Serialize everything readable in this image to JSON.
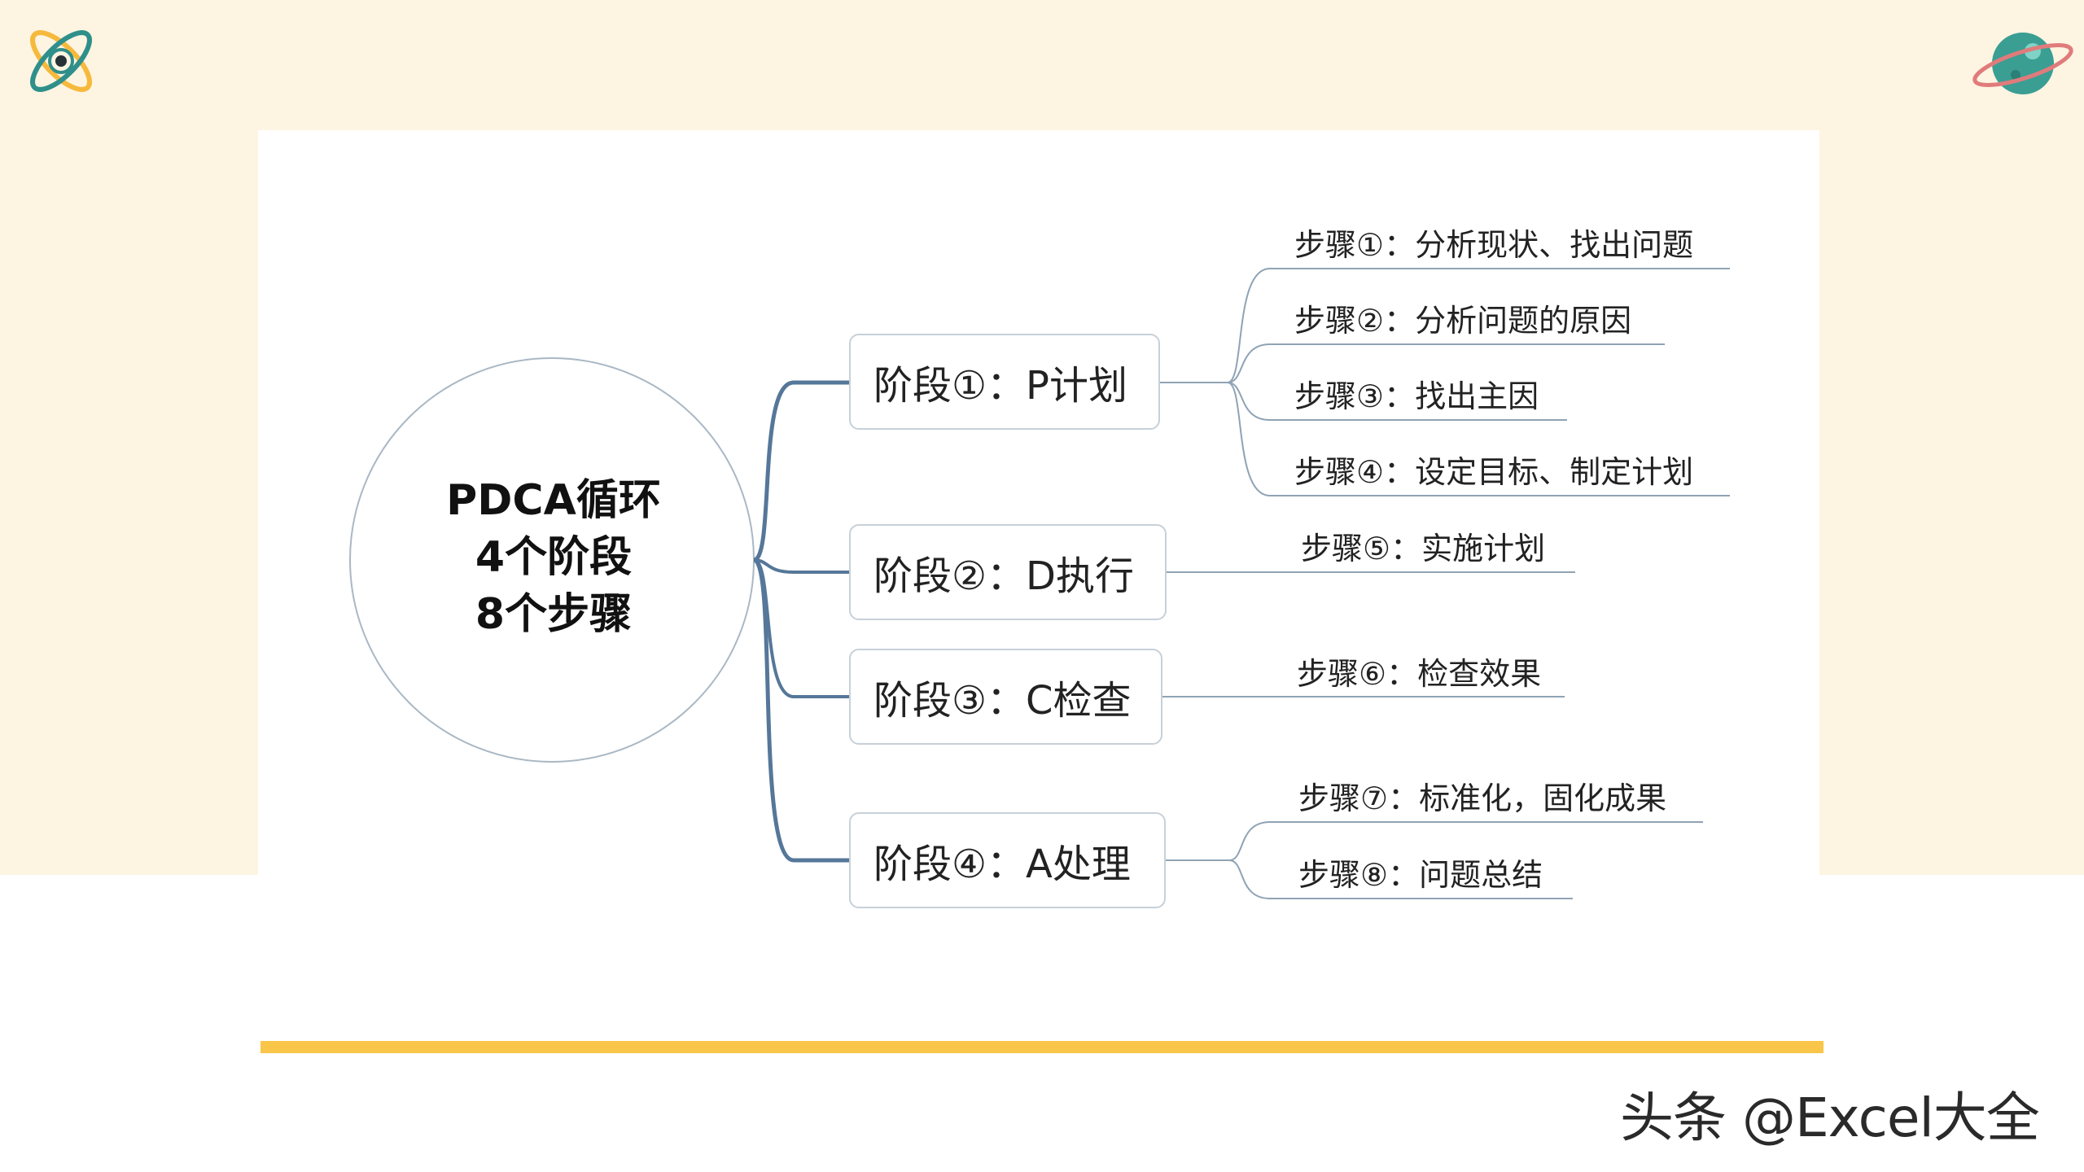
{
  "center": {
    "lines": [
      "PDCA循环",
      "4个阶段",
      "8个步骤"
    ]
  },
  "phases": [
    {
      "label": "阶段①：P计划",
      "steps": [
        "步骤①：分析现状、找出问题",
        "步骤②：分析问题的原因",
        "步骤③：找出主因",
        "步骤④：设定目标、制定计划"
      ]
    },
    {
      "label": "阶段②：D执行",
      "steps": [
        "步骤⑤：实施计划"
      ]
    },
    {
      "label": "阶段③：C检查",
      "steps": [
        "步骤⑥：检查效果"
      ]
    },
    {
      "label": "阶段④：A处理",
      "steps": [
        "步骤⑦：标准化，固化成果",
        "步骤⑧：问题总结"
      ]
    }
  ],
  "watermark": "头条 @Excel大全",
  "icons": {
    "top_left": "atom-icon",
    "top_right": "planet-icon"
  },
  "colors": {
    "background": "#fdf4e2",
    "accent_bar": "#f9c64a",
    "trunk_line": "#557799",
    "branch_line": "#8fa3b5"
  }
}
